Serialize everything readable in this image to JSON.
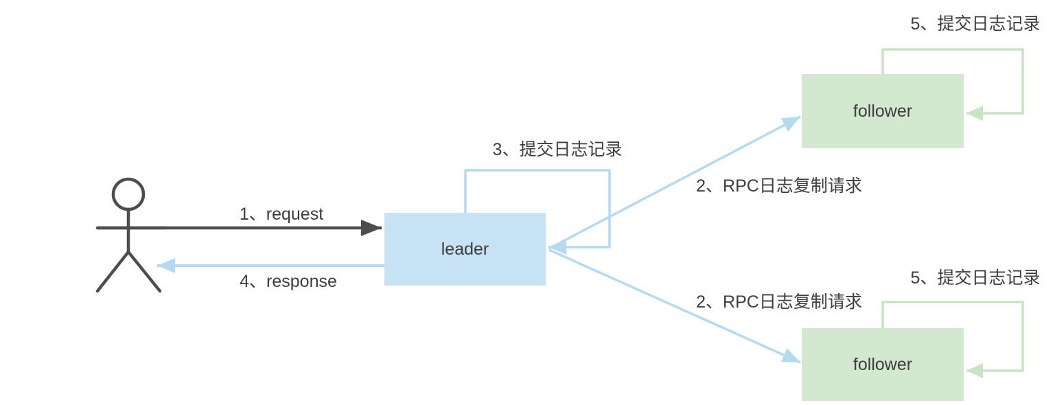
{
  "nodes": {
    "leader": {
      "label": "leader"
    },
    "follower_top": {
      "label": "follower"
    },
    "follower_bottom": {
      "label": "follower"
    }
  },
  "edges": {
    "request": {
      "label": "1、request"
    },
    "rpc_top": {
      "label": "2、RPC日志复制请求"
    },
    "rpc_bottom": {
      "label": "2、RPC日志复制请求"
    },
    "leader_commit": {
      "label": "3、提交日志记录"
    },
    "response": {
      "label": "4、response"
    },
    "follower_top_commit": {
      "label": "5、提交日志记录"
    },
    "follower_bottom_commit": {
      "label": "5、提交日志记录"
    }
  },
  "icons": {
    "client": "stick-figure"
  },
  "colors": {
    "dark": "#4d4d4d",
    "blue_line": "#b4daf2",
    "green_line": "#c9e4c4",
    "leader_fill": "#c6e2f4",
    "follower_fill": "#d2e8cf",
    "text": "#3d3d3d"
  }
}
